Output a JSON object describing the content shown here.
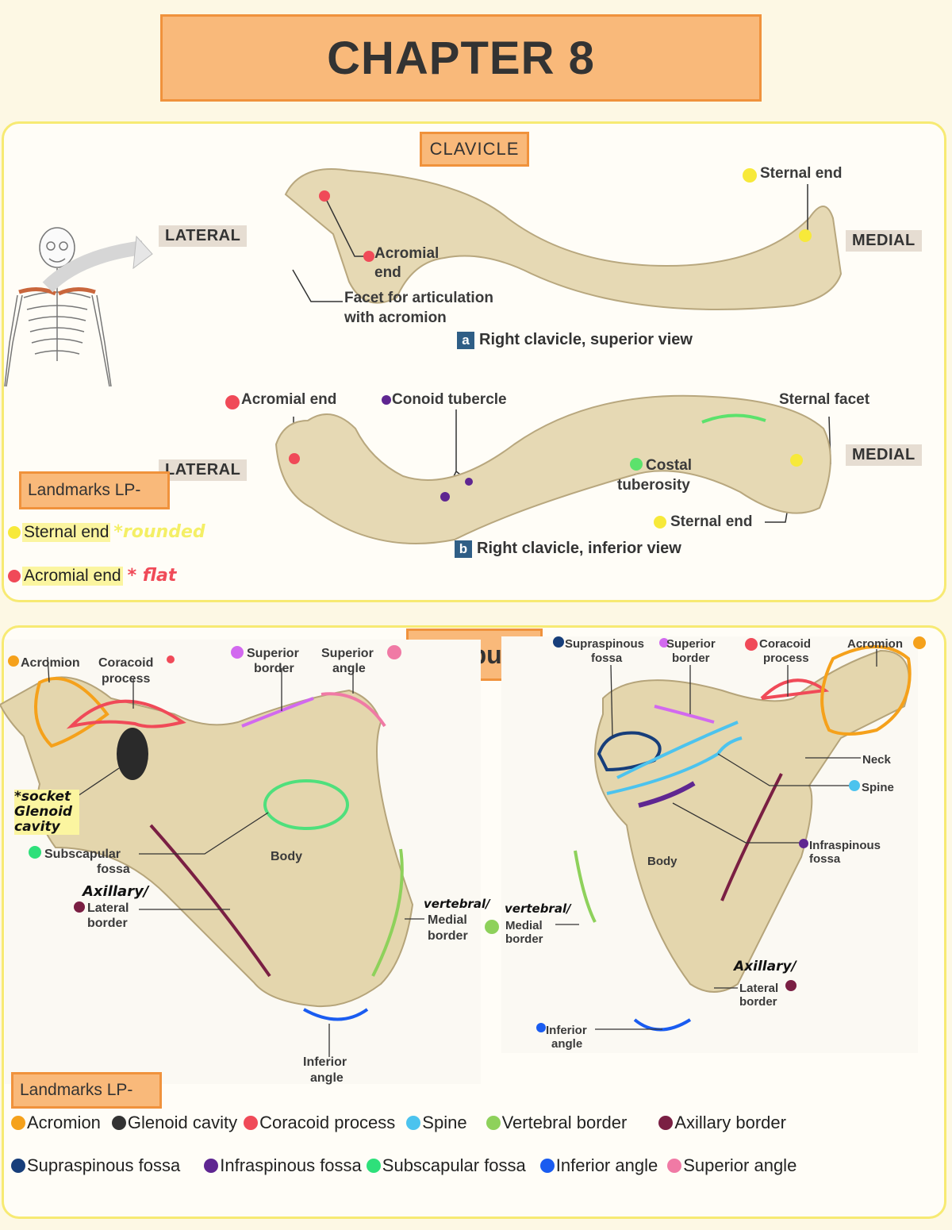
{
  "title": "CHAPTER 8",
  "clavicle": {
    "tag": "CLAVICLE",
    "superior": {
      "lateral": "LATERAL",
      "medial": "MEDIAL",
      "sternal_end": "Sternal end",
      "acromial_end_1": "Acromial",
      "acromial_end_2": "end",
      "facet_1": "Facet for articulation",
      "facet_2": "with acromion",
      "caption_letter": "a",
      "caption": "Right clavicle, superior view"
    },
    "inferior": {
      "lateral": "LATERAL",
      "medial": "MEDIAL",
      "acromial_end": "Acromial end",
      "conoid": "Conoid tubercle",
      "sternal_facet": "Sternal facet",
      "costal_1": "Costal",
      "costal_2": "tuberosity",
      "sternal_end": "Sternal end",
      "caption_letter": "b",
      "caption": "Right clavicle, inferior view"
    },
    "landmarks": {
      "tag": "Landmarks LP-",
      "items": [
        {
          "label": "Sternal end",
          "note": "*rounded",
          "color": "#f7e93a",
          "note_color": "#f4ef66"
        },
        {
          "label": "Acromial end",
          "note": "* flat",
          "color": "#f04a58",
          "note_color": "#f04a58"
        }
      ]
    }
  },
  "scapula": {
    "tag": "Scapula",
    "anterior": {
      "acromion": "Acromion",
      "coracoid_1": "Coracoid",
      "coracoid_2": "process",
      "superior_border_1": "Superior",
      "superior_border_2": "border",
      "superior_angle_1": "Superior",
      "superior_angle_2": "angle",
      "glenoid_note_1": "*socket",
      "glenoid_note_2": "Glenoid",
      "glenoid_note_3": "cavity",
      "subscapular_1": "Subscapular",
      "subscapular_2": "fossa",
      "body": "Body",
      "axillary_note": "Axillary/",
      "lateral_1": "Lateral",
      "lateral_2": "border",
      "vertebral_note": "vertebral/",
      "medial_1": "Medial",
      "medial_2": "border",
      "inferior_1": "Inferior",
      "inferior_2": "angle"
    },
    "posterior": {
      "supraspinous_1": "Supraspinous",
      "supraspinous_2": "fossa",
      "superior_border_1": "Superior",
      "superior_border_2": "border",
      "coracoid_1": "Coracoid",
      "coracoid_2": "process",
      "acromion": "Acromion",
      "neck": "Neck",
      "spine": "Spine",
      "infraspinous_1": "Infraspinous",
      "infraspinous_2": "fossa",
      "body": "Body",
      "vertebral_note": "vertebral/",
      "medial_1": "Medial",
      "medial_2": "border",
      "axillary_note": "Axillary/",
      "lateral_1": "Lateral",
      "lateral_2": "border",
      "inferior_1": "Inferior",
      "inferior_2": "angle"
    },
    "landmarks": {
      "tag": "Landmarks LP-",
      "row1": [
        {
          "label": "Acromion",
          "color": "#f5a11b"
        },
        {
          "label": "Glenoid cavity",
          "color": "#333333"
        },
        {
          "label": "Coracoid process",
          "color": "#f04a58"
        },
        {
          "label": "Spine",
          "color": "#4cc3ee"
        },
        {
          "label": "Vertebral border",
          "color": "#8ed15b"
        },
        {
          "label": "Axillary border",
          "color": "#7a1f43"
        }
      ],
      "row2": [
        {
          "label": "Supraspinous fossa",
          "color": "#173e7a"
        },
        {
          "label": "Infraspinous fossa",
          "color": "#5f2691"
        },
        {
          "label": "Subscapular fossa",
          "color": "#2ee07a"
        },
        {
          "label": "Inferior angle",
          "color": "#1a5cf0"
        },
        {
          "label": "Superior angle",
          "color": "#f07aa5"
        }
      ]
    }
  }
}
